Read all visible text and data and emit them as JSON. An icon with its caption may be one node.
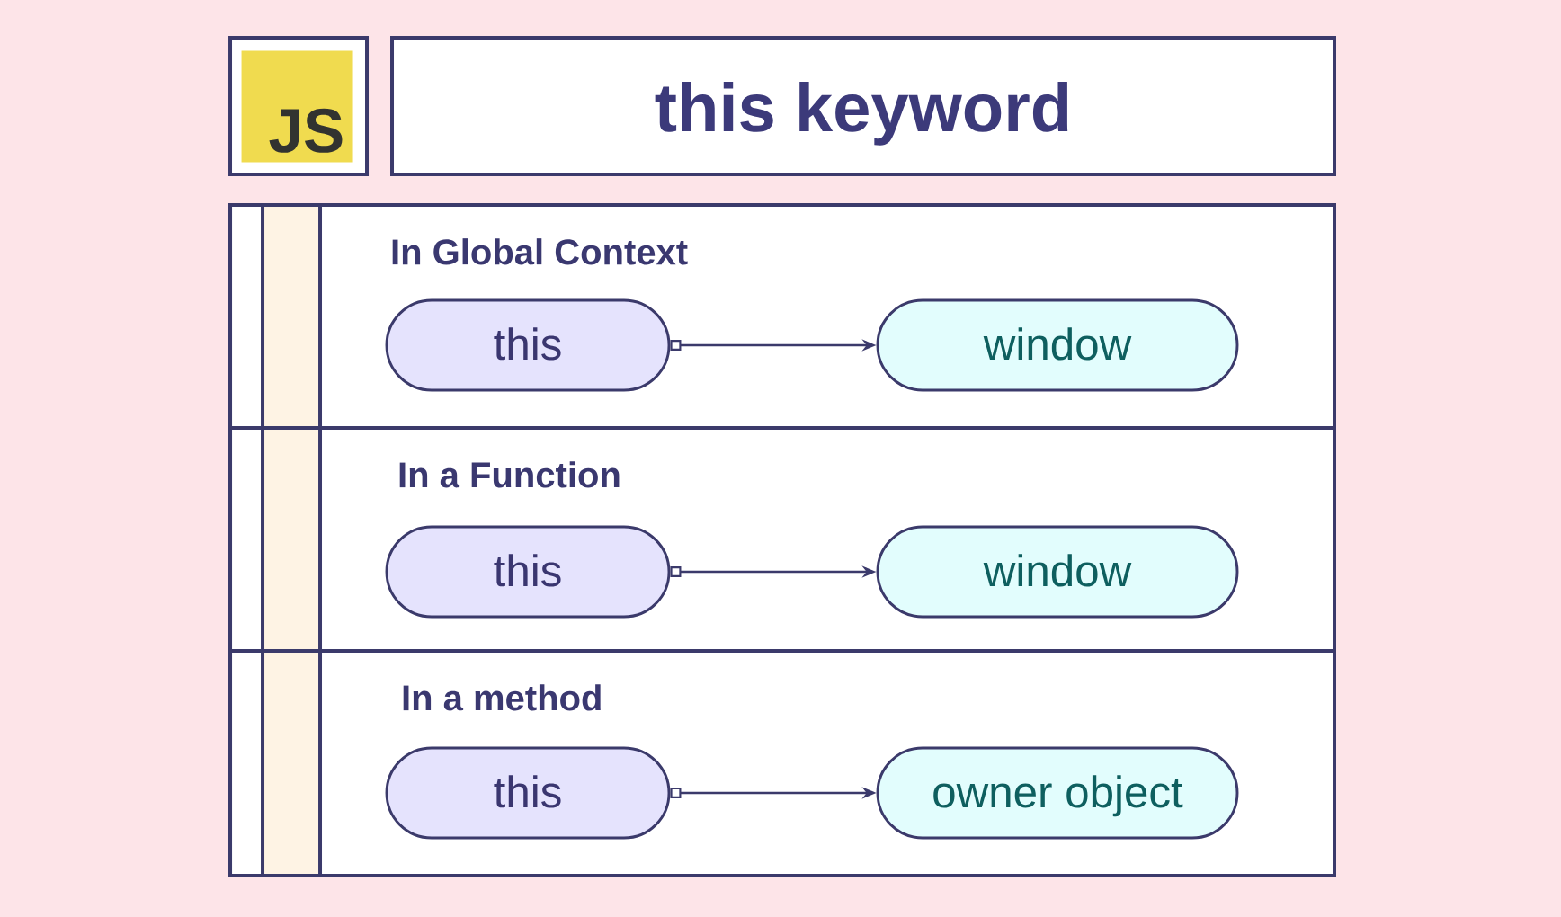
{
  "diagram": {
    "nodes": [
      {
        "text": [],
        "shape": "box"
      },
      {
        "text": [
          "JS"
        ],
        "in": 0
      },
      {
        "text": [
          "this keyword"
        ]
      },
      {
        "text": [],
        "shape": "box"
      },
      {
        "text": [
          "In Global Context"
        ],
        "in": 3
      },
      {
        "text": [
          "this"
        ],
        "in": 4
      },
      {
        "text": [
          "window"
        ],
        "in": 4
      },
      {
        "text": [
          "In a Function"
        ],
        "in": 3
      },
      {
        "text": [
          "this"
        ],
        "in": 7
      },
      {
        "text": [
          "window"
        ],
        "in": 7
      },
      {
        "text": [
          "In a method"
        ],
        "in": 3
      },
      {
        "text": [
          "this"
        ],
        "in": 10
      },
      {
        "text": [
          "owner object"
        ],
        "in": 10
      }
    ],
    "edges": [
      {
        "from": 5,
        "to": 6,
        "arrow": "to"
      },
      {
        "from": 8,
        "to": 9,
        "arrow": "to"
      },
      {
        "from": 11,
        "to": 12,
        "arrow": "to"
      }
    ]
  }
}
